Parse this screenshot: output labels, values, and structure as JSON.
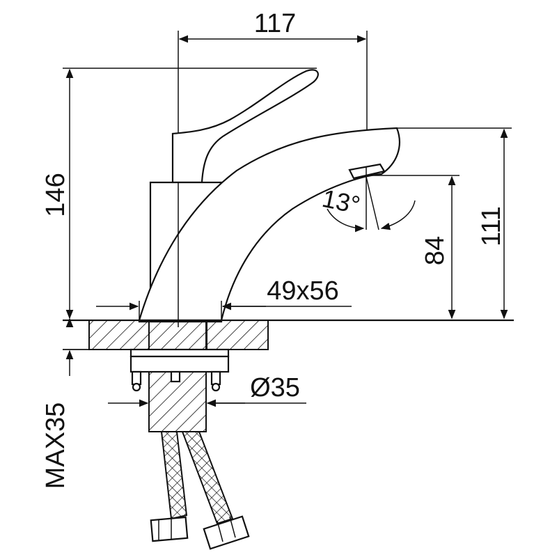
{
  "dimensions": {
    "width_top": "117",
    "height_total": "146",
    "spout_height": "111",
    "outlet_height": "84",
    "angle": "13°",
    "base_size": "49x56",
    "hole_diameter": "Ø35",
    "max_thickness": "MAX35"
  },
  "colors": {
    "line": "#111111",
    "background": "#ffffff"
  }
}
